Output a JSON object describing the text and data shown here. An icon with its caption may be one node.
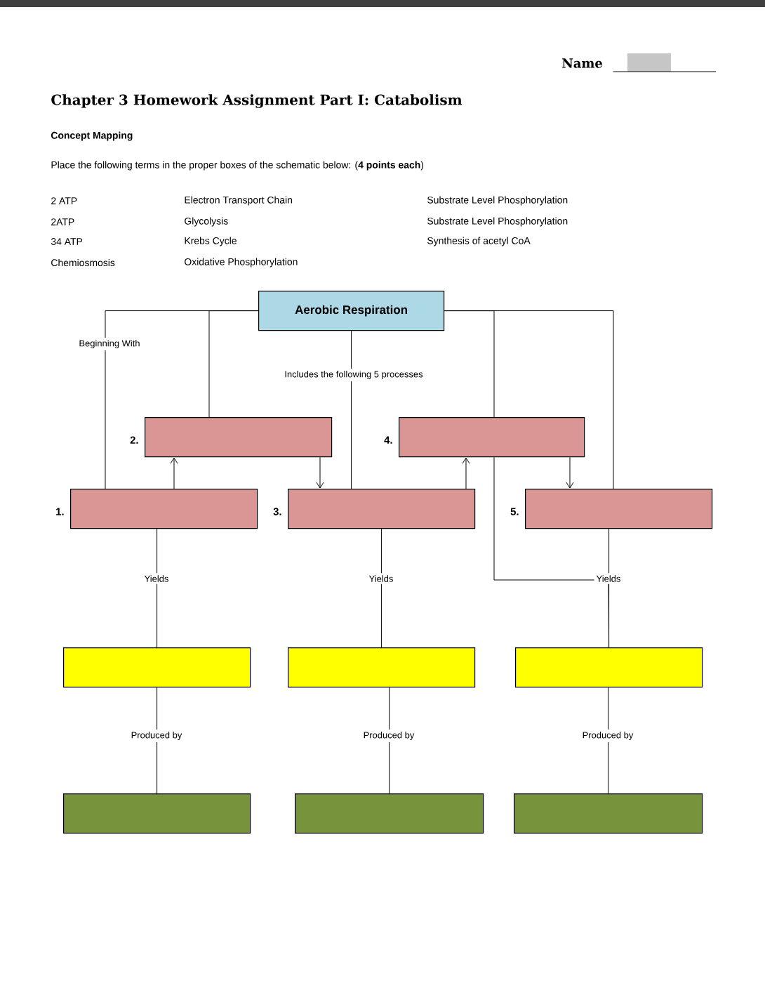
{
  "diagram": {
    "title": "Chapter 3 Homework Assignment Part I: Catabolism",
    "nodes": [
      {
        "text": [
          "Aerobic Respiration"
        ]
      },
      {
        "text": [],
        "shape": "box",
        "beside": [
          "2."
        ]
      },
      {
        "text": [],
        "shape": "box",
        "beside": [
          "4."
        ]
      },
      {
        "text": [],
        "shape": "box",
        "beside": [
          "1."
        ]
      },
      {
        "text": [],
        "shape": "box",
        "beside": [
          "3."
        ]
      },
      {
        "text": [],
        "shape": "box",
        "beside": [
          "5."
        ]
      },
      {
        "text": [],
        "shape": "box"
      },
      {
        "text": [],
        "shape": "box"
      },
      {
        "text": [],
        "shape": "box"
      },
      {
        "text": [],
        "shape": "box"
      },
      {
        "text": [],
        "shape": "box"
      },
      {
        "text": [],
        "shape": "box"
      }
    ],
    "edges": [
      {
        "from": 0,
        "to": 3,
        "arrow": "none",
        "label": "Beginning With"
      },
      {
        "from": 0,
        "to": 1,
        "arrow": "none"
      },
      {
        "from": 0,
        "to": 4,
        "arrow": "none",
        "label": "Includes the following 5 processes"
      },
      {
        "from": 0,
        "to": 2,
        "arrow": "none"
      },
      {
        "from": 0,
        "to": 5,
        "arrow": "none"
      },
      {
        "from": 3,
        "to": 1,
        "arrow": "to"
      },
      {
        "from": 1,
        "to": 4,
        "arrow": "to"
      },
      {
        "from": 4,
        "to": 2,
        "arrow": "to"
      },
      {
        "from": 2,
        "to": 5,
        "arrow": "to"
      },
      {
        "from": 3,
        "to": 6,
        "arrow": "none",
        "label": "Yields"
      },
      {
        "from": 4,
        "to": 7,
        "arrow": "none",
        "label": "Yields"
      },
      {
        "from": 5,
        "to": 8,
        "arrow": "none",
        "label": "Yields"
      },
      {
        "from": 2,
        "to": 8,
        "arrow": "none"
      },
      {
        "from": 6,
        "to": 9,
        "arrow": "none",
        "label": "Produced by"
      },
      {
        "from": 7,
        "to": 10,
        "arrow": "none",
        "label": "Produced by"
      },
      {
        "from": 8,
        "to": 11,
        "arrow": "none",
        "label": "Produced by"
      }
    ],
    "labels": [
      "Name",
      "Concept Mapping",
      "Place the following terms in the proper boxes of the schematic below: (**4 points each**)",
      "2 ATP",
      "Electron Transport Chain",
      "Substrate Level Phosphorylation",
      "2ATP",
      "Glycolysis",
      "Substrate Level Phosphorylation",
      "34 ATP",
      "Krebs Cycle",
      "Synthesis of acetyl CoA",
      "Chemiosmosis",
      "Oxidative Phosphorylation"
    ]
  }
}
